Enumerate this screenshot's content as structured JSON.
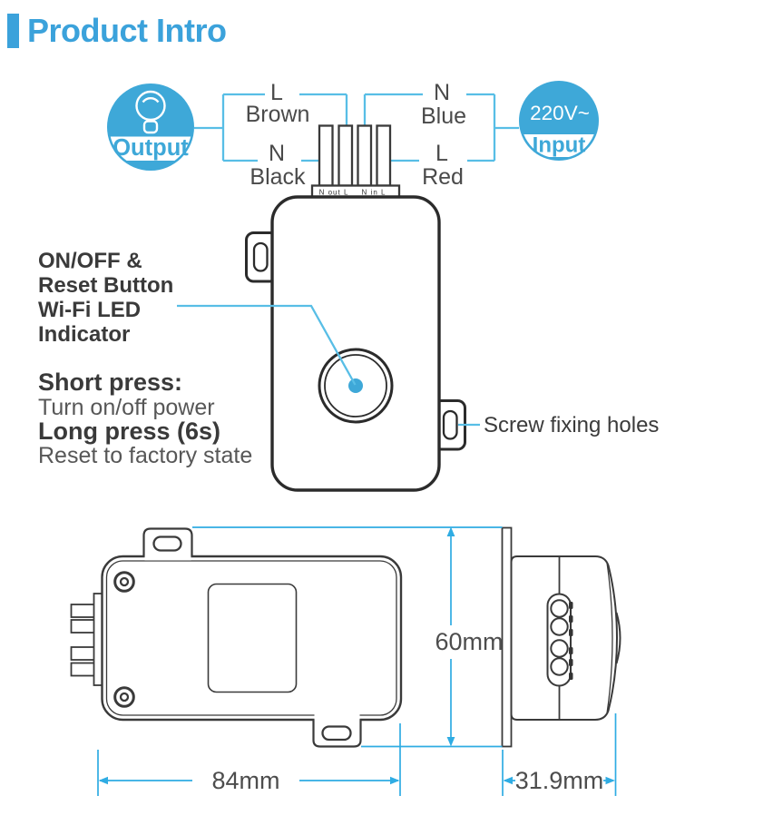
{
  "title": "Product Intro",
  "colors": {
    "accent": "#3BA2DB",
    "badge": "#3EA8D8",
    "wire": "#58BEE6",
    "dimension": "#2FACE3",
    "outline": "#2B2B2B",
    "outline_light": "#3A3A3A"
  },
  "wiring_diagram": {
    "output_badge": {
      "label": "Output",
      "icon": "bulb-icon"
    },
    "input_badge": {
      "voltage": "220V~",
      "label": "Input"
    },
    "output_wires": [
      {
        "terminal": "L",
        "color_name": "Brown"
      },
      {
        "terminal": "N",
        "color_name": "Black"
      }
    ],
    "input_wires": [
      {
        "terminal": "N",
        "color_name": "Blue"
      },
      {
        "terminal": "L",
        "color_name": "Red"
      }
    ],
    "terminal_strip": {
      "output_label": "N out L",
      "input_label": "N in L"
    }
  },
  "device_annotations": {
    "button_label": [
      "ON/OFF &",
      "Reset Button",
      "Wi-Fi LED",
      "Indicator"
    ],
    "instructions": [
      {
        "action": "Short press:",
        "result": "Turn on/off power"
      },
      {
        "action": "Long press (6s)",
        "result": "Reset to factory state"
      }
    ],
    "screw_holes_label": "Screw fixing holes"
  },
  "dimension_drawing": {
    "height_label": "60mm",
    "width_label": "84mm",
    "depth_label": "31.9mm"
  }
}
